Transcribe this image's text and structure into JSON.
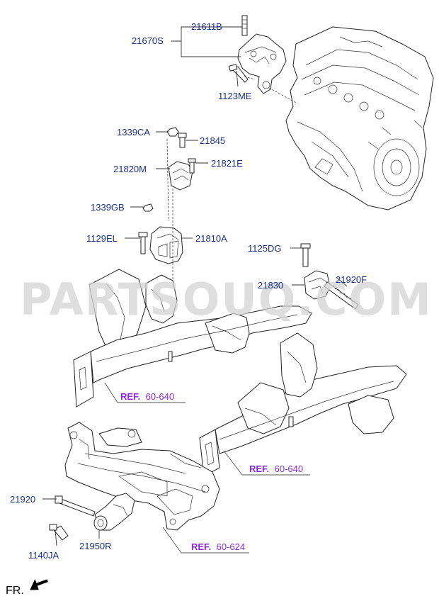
{
  "watermark": "PARTSOUQ.COM",
  "direction_indicator": "FR.",
  "part_labels": {
    "p21611B": "21611B",
    "p21670S": "21670S",
    "p1123ME": "1123ME",
    "p1339CA": "1339CA",
    "p21845": "21845",
    "p21820M": "21820M",
    "p21821E": "21821E",
    "p1339GB": "1339GB",
    "p1129EL": "1129EL",
    "p21810A": "21810A",
    "p1125DG": "1125DG",
    "p21830": "21830",
    "p21920F": "21920F",
    "p21920": "21920",
    "p1140JA": "1140JA",
    "p21950R": "21950R"
  },
  "refs": [
    {
      "prefix": "REF.",
      "code": "60-640"
    },
    {
      "prefix": "REF.",
      "code": "60-640"
    },
    {
      "prefix": "REF.",
      "code": "60-624"
    }
  ],
  "colors": {
    "label": "#1a2f8a",
    "ref": "#8a2be2",
    "watermark": "#d4d4d4",
    "line": "#333333"
  }
}
